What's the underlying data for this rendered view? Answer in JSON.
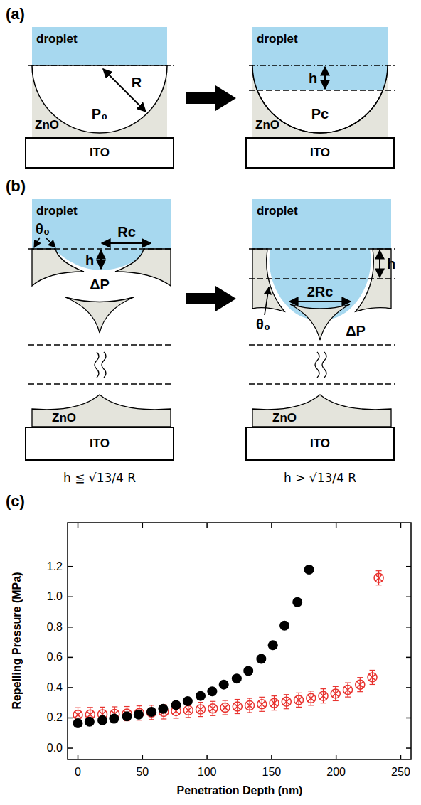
{
  "diagram": {
    "nodes": [
      {
        "text": [
          "droplet"
        ]
      },
      {
        "text": [
          "ITO"
        ]
      },
      {
        "text": [
          "droplet"
        ]
      },
      {
        "text": [
          "ITO"
        ]
      },
      {
        "text": [
          "droplet"
        ]
      },
      {
        "text": [
          "ITO"
        ]
      },
      {
        "text": [
          "droplet"
        ]
      },
      {
        "text": [
          "ITO"
        ]
      }
    ],
    "labels": [
      "(a)",
      "R",
      "ZnO",
      "P₀",
      "h",
      "ZnO",
      "Pc",
      "(b)",
      "θ₀",
      "Rc",
      "h",
      "ΔP",
      "ZnO",
      "h ≦ √13/4 R",
      "θ₀",
      "2Rc",
      "h",
      "ΔP",
      "ZnO",
      "h > √13/4 R",
      "(c)",
      "0.0",
      "0.2",
      "0.4",
      "0.6",
      "0.8",
      "1.0",
      "1.2",
      "0",
      "50",
      "100",
      "150",
      "200",
      "250",
      "Repelling Pressure (MPa)",
      "Penetration Depth (nm)"
    ]
  }
}
